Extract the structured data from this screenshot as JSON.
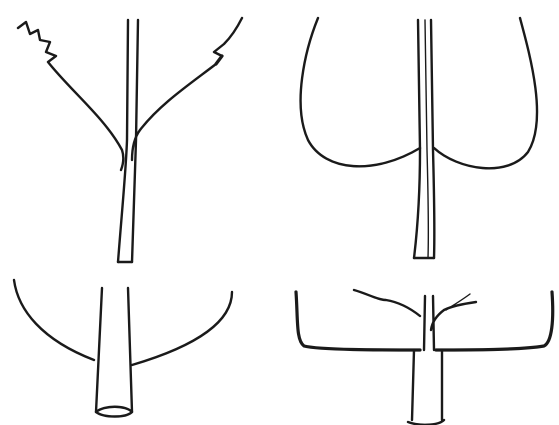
{
  "figure": {
    "panels": [
      {
        "id": "a",
        "shape": "cuneate-leaf-base"
      },
      {
        "id": "b",
        "shape": "cordate-leaf-base"
      },
      {
        "id": "c",
        "shape": "rounded-leaf-base"
      },
      {
        "id": "d",
        "shape": "truncate-leaf-base"
      }
    ],
    "colors": {
      "ink": "#1a1a1a",
      "background": "#ffffff"
    }
  }
}
